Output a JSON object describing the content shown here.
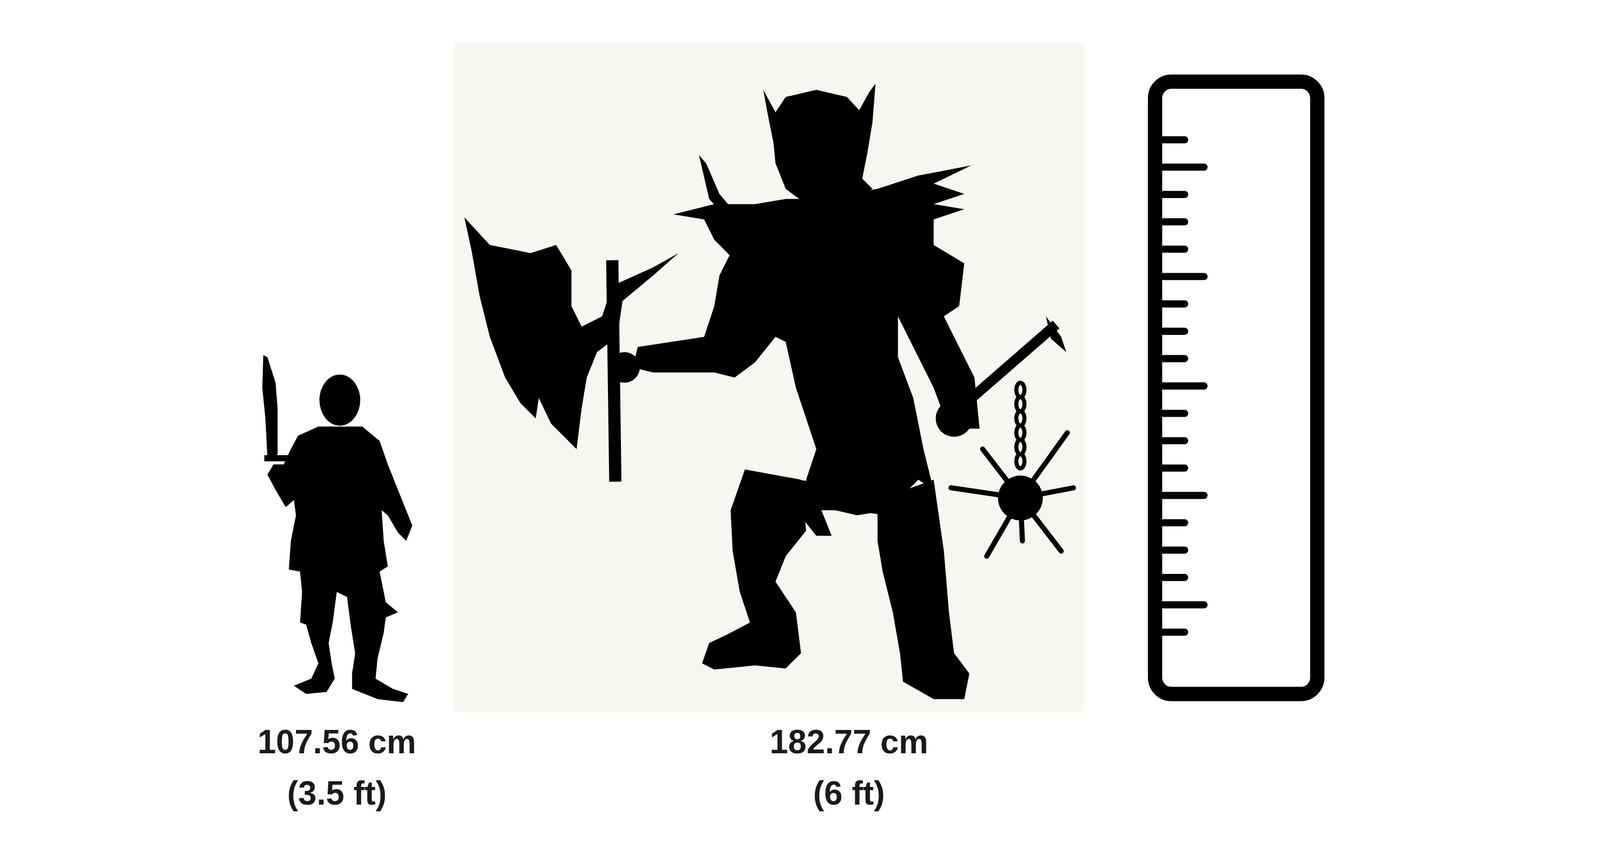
{
  "diagram": {
    "labels": [
      "107.56 cm",
      "(3.5 ft)",
      "182.77 cm",
      "(6 ft)"
    ]
  }
}
